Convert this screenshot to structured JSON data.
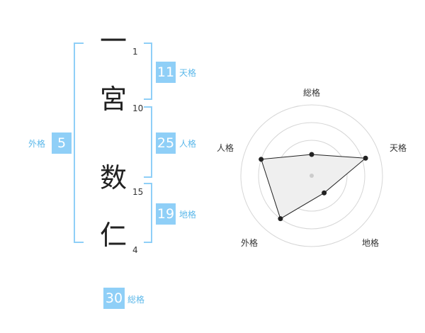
{
  "name": {
    "chars": [
      {
        "char": "一",
        "strokes": "1"
      },
      {
        "char": "宮",
        "strokes": "10"
      },
      {
        "char": "数",
        "strokes": "15"
      },
      {
        "char": "仁",
        "strokes": "4"
      }
    ]
  },
  "kakusu": {
    "tenkaku": {
      "value": "11",
      "label": "天格"
    },
    "jinkaku": {
      "value": "25",
      "label": "人格"
    },
    "chikaku": {
      "value": "19",
      "label": "地格"
    },
    "gaikaku": {
      "value": "5",
      "label": "外格"
    },
    "soukaku": {
      "value": "30",
      "label": "総格"
    }
  },
  "colors": {
    "accent": "#8fcff7",
    "accent_text": "#5cb8ea",
    "radar_fill": "#efefef",
    "radar_line": "#222222"
  },
  "chart_data": {
    "type": "radar",
    "axes": [
      "総格",
      "天格",
      "地格",
      "外格",
      "人格"
    ],
    "rmax": 4,
    "values": [
      1.2,
      3.2,
      1.2,
      3.0,
      3.0
    ],
    "rings": 4
  }
}
